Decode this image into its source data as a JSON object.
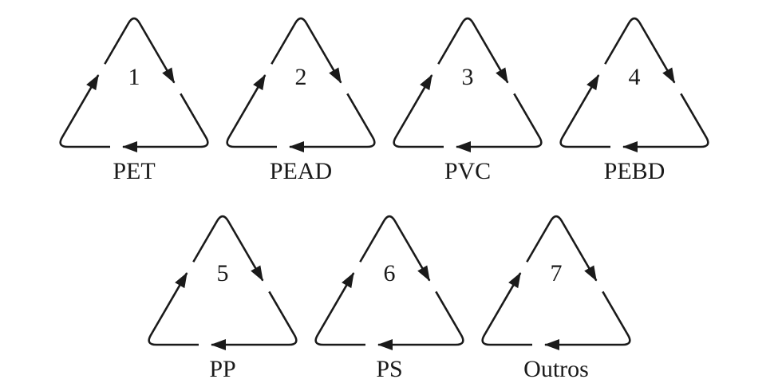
{
  "symbols": [
    {
      "number": "1",
      "label": "PET"
    },
    {
      "number": "2",
      "label": "PEAD"
    },
    {
      "number": "3",
      "label": "PVC"
    },
    {
      "number": "4",
      "label": "PEBD"
    },
    {
      "number": "5",
      "label": "PP"
    },
    {
      "number": "6",
      "label": "PS"
    },
    {
      "number": "7",
      "label": "Outros"
    }
  ]
}
